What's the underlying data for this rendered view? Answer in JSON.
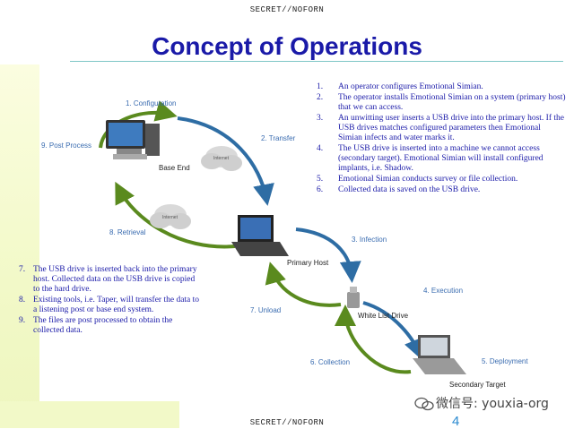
{
  "header": {
    "classification_top": "SECRET//NOFORN",
    "classification_bottom": "SECRET//NOFORN",
    "title": "Concept of Operations"
  },
  "diagram": {
    "nodes": {
      "base_end": "Base End",
      "primary_host": "Primary Host",
      "white_list_drive": "White List Drive",
      "secondary_target": "Secondary Target",
      "internet_1": "Internet",
      "internet_2": "Internet"
    },
    "arrows": {
      "configuration": "1. Configuration",
      "transfer": "2. Transfer",
      "infection": "3. Infection",
      "execution": "4. Execution",
      "deployment": "5. Deployment",
      "collection": "6. Collection",
      "unload": "7. Unload",
      "retrieval": "8. Retrieval",
      "post_process": "9. Post Process"
    },
    "colors": {
      "arrow_blue": "#2e6da4",
      "arrow_green": "#5a8a1e",
      "text": "#1a1aa8",
      "label": "#3a6cb0"
    }
  },
  "steps_right": [
    {
      "n": "1.",
      "text": "An operator configures Emotional Simian."
    },
    {
      "n": "2.",
      "text": "The operator installs Emotional Simian on a system (primary host) that we can access."
    },
    {
      "n": "3.",
      "text": "An unwitting user inserts a USB drive into the primary host.  If the USB drives matches configured parameters then Emotional Simian infects and water marks it."
    },
    {
      "n": "4.",
      "text": "The USB drive is inserted into a machine we cannot access (secondary target).  Emotional Simian will install configured implants, i.e. Shadow."
    },
    {
      "n": "5.",
      "text": "Emotional Simian conducts survey or file collection."
    },
    {
      "n": "6.",
      "text": "Collected data is saved on the USB drive."
    }
  ],
  "steps_left": [
    {
      "n": "7.",
      "text": "The USB drive is inserted back into the primary host.  Collected data on the USB drive is copied to the hard drive."
    },
    {
      "n": "8.",
      "text": "Existing tools, i.e. Taper, will transfer the data to a listening post or base end system."
    },
    {
      "n": "9.",
      "text": "The files are post processed to obtain the collected data."
    }
  ],
  "footer": {
    "page_number": "4",
    "watermark": "微信号: youxia-org"
  }
}
